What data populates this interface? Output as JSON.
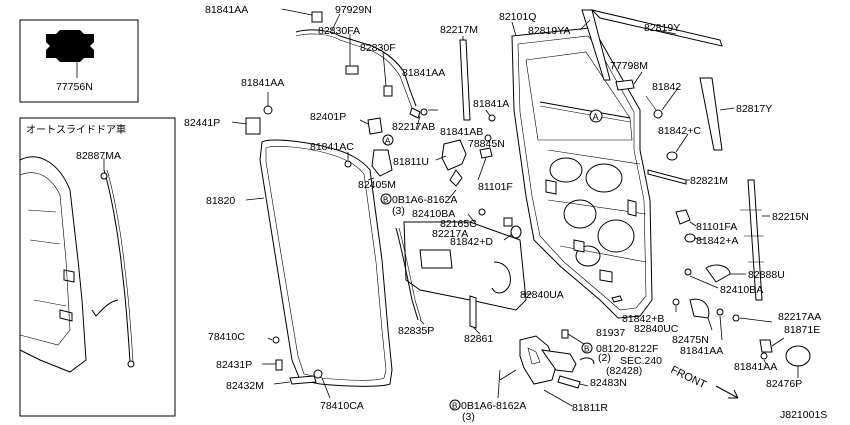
{
  "diagram_id": "J821001S",
  "inset_title": "オートスライドドア車",
  "front_label": "FRONT",
  "callout_symbol": "A",
  "labels": {
    "p81841AA_top": "81841AA",
    "p97929N": "97929N",
    "p82830FA": "82830FA",
    "p82830F": "82830F",
    "p82217M": "82217M",
    "p82101Q": "82101Q",
    "p82819YA": "82819YA",
    "p82819Y": "82819Y",
    "p77756N": "77756N",
    "p81841AA_mid": "81841AA",
    "p82441P": "82441P",
    "p82401P": "82401P",
    "p82217AB": "82217AB",
    "p81841AA_r": "81841AA",
    "p77798M": "77798M",
    "p81842": "81842",
    "p82817Y": "82817Y",
    "p81841A": "81841A",
    "p81841AB": "81841AB",
    "p78845N": "78845N",
    "p81842C": "81842+C",
    "p82887MA": "82887MA",
    "p81841AC": "81841AC",
    "p81811U": "81811U",
    "p82405M": "82405M",
    "p81101F": "81101F",
    "p82821M": "82821M",
    "p81820": "81820",
    "p0B1A6_top": "0B1A6-8162A",
    "p0B1A6_top_qty": "(3)",
    "p82410BA_l": "82410BA",
    "p82165C": "82165C",
    "p82217A": "82217A",
    "p81842D": "81842+D",
    "p81101FA": "81101FA",
    "p82215N": "82215N",
    "p81842A": "81842+A",
    "p82888U": "82888U",
    "p82840UA": "82840UA",
    "p82410BA_r": "82410BA",
    "p78410C": "78410C",
    "p82835P": "82835P",
    "p81842B": "81842+B",
    "p81937": "81937",
    "p82840UC": "82840UC",
    "p82475N": "82475N",
    "p82217AA": "82217AA",
    "p81871E": "81871E",
    "p82861": "82861",
    "p08120": "08120-8122F",
    "p08120_qty": "(2)",
    "p81841AA_b1": "81841AA",
    "p82431P": "82431P",
    "pSEC240": "SEC.240",
    "pSEC240_ref": "(82428)",
    "p82432M": "82432M",
    "p82483N": "82483N",
    "p81841AA_b2": "81841AA",
    "p82476P": "82476P",
    "p78410CA": "78410CA",
    "p0B1A6_bot": "0B1A6-8162A",
    "p0B1A6_bot_qty": "(3)",
    "p81811R": "81811R"
  }
}
